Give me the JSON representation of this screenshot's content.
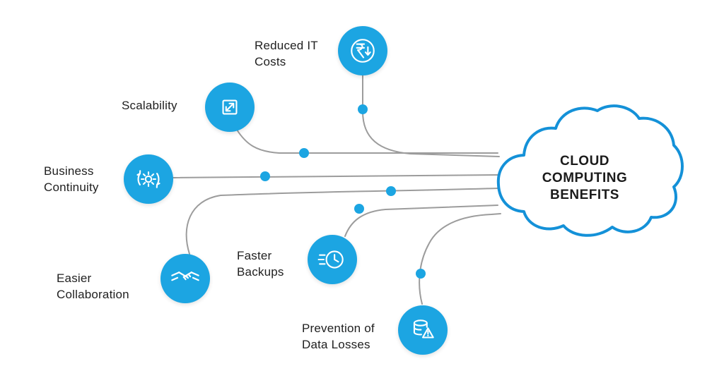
{
  "colors": {
    "accent": "#1ca5e2",
    "line": "#9c9c9c",
    "cloud_stroke": "#1491d8",
    "text": "#212121"
  },
  "cloud": {
    "title": "CLOUD\nCOMPUTING\nBENEFITS"
  },
  "nodes": [
    {
      "id": "reduced-it-costs",
      "label": "Reduced IT\nCosts",
      "icon": "rupee-cost-reduction-icon"
    },
    {
      "id": "scalability",
      "label": "Scalability",
      "icon": "scalability-expand-icon"
    },
    {
      "id": "business-continuity",
      "label": "Business\nContinuity",
      "icon": "gear-sync-icon"
    },
    {
      "id": "easier-collaboration",
      "label": "Easier\nCollaboration",
      "icon": "handshake-icon"
    },
    {
      "id": "faster-backups",
      "label": "Faster\nBackups",
      "icon": "clock-speed-icon"
    },
    {
      "id": "prevention-of-data-losses",
      "label": "Prevention of\nData Losses",
      "icon": "database-warning-icon"
    }
  ]
}
